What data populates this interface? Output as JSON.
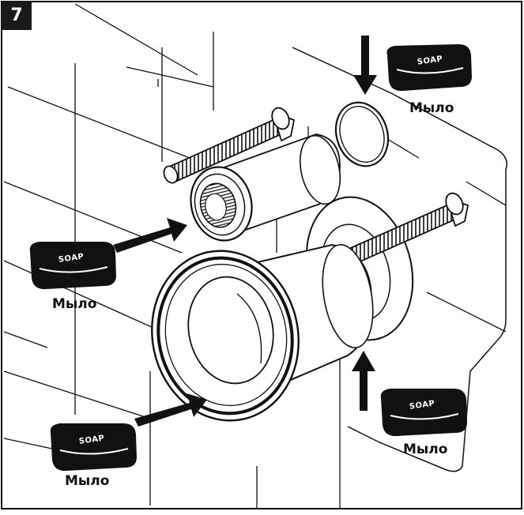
{
  "step": {
    "number": "7"
  },
  "soap_callouts": [
    {
      "id": "top-right",
      "icon_text": "SOAP",
      "label": "Мыло"
    },
    {
      "id": "left-middle",
      "icon_text": "SOAP",
      "label": "Мыло"
    },
    {
      "id": "bottom-left",
      "icon_text": "SOAP",
      "label": "Мыло"
    },
    {
      "id": "bottom-right",
      "icon_text": "SOAP",
      "label": "Мыло"
    }
  ],
  "icons": {
    "soap": "soap-bar-icon",
    "arrow": "push-arrow-icon"
  },
  "colors": {
    "line": "#111111",
    "badge": "#1a1a1a",
    "background": "#ffffff"
  }
}
